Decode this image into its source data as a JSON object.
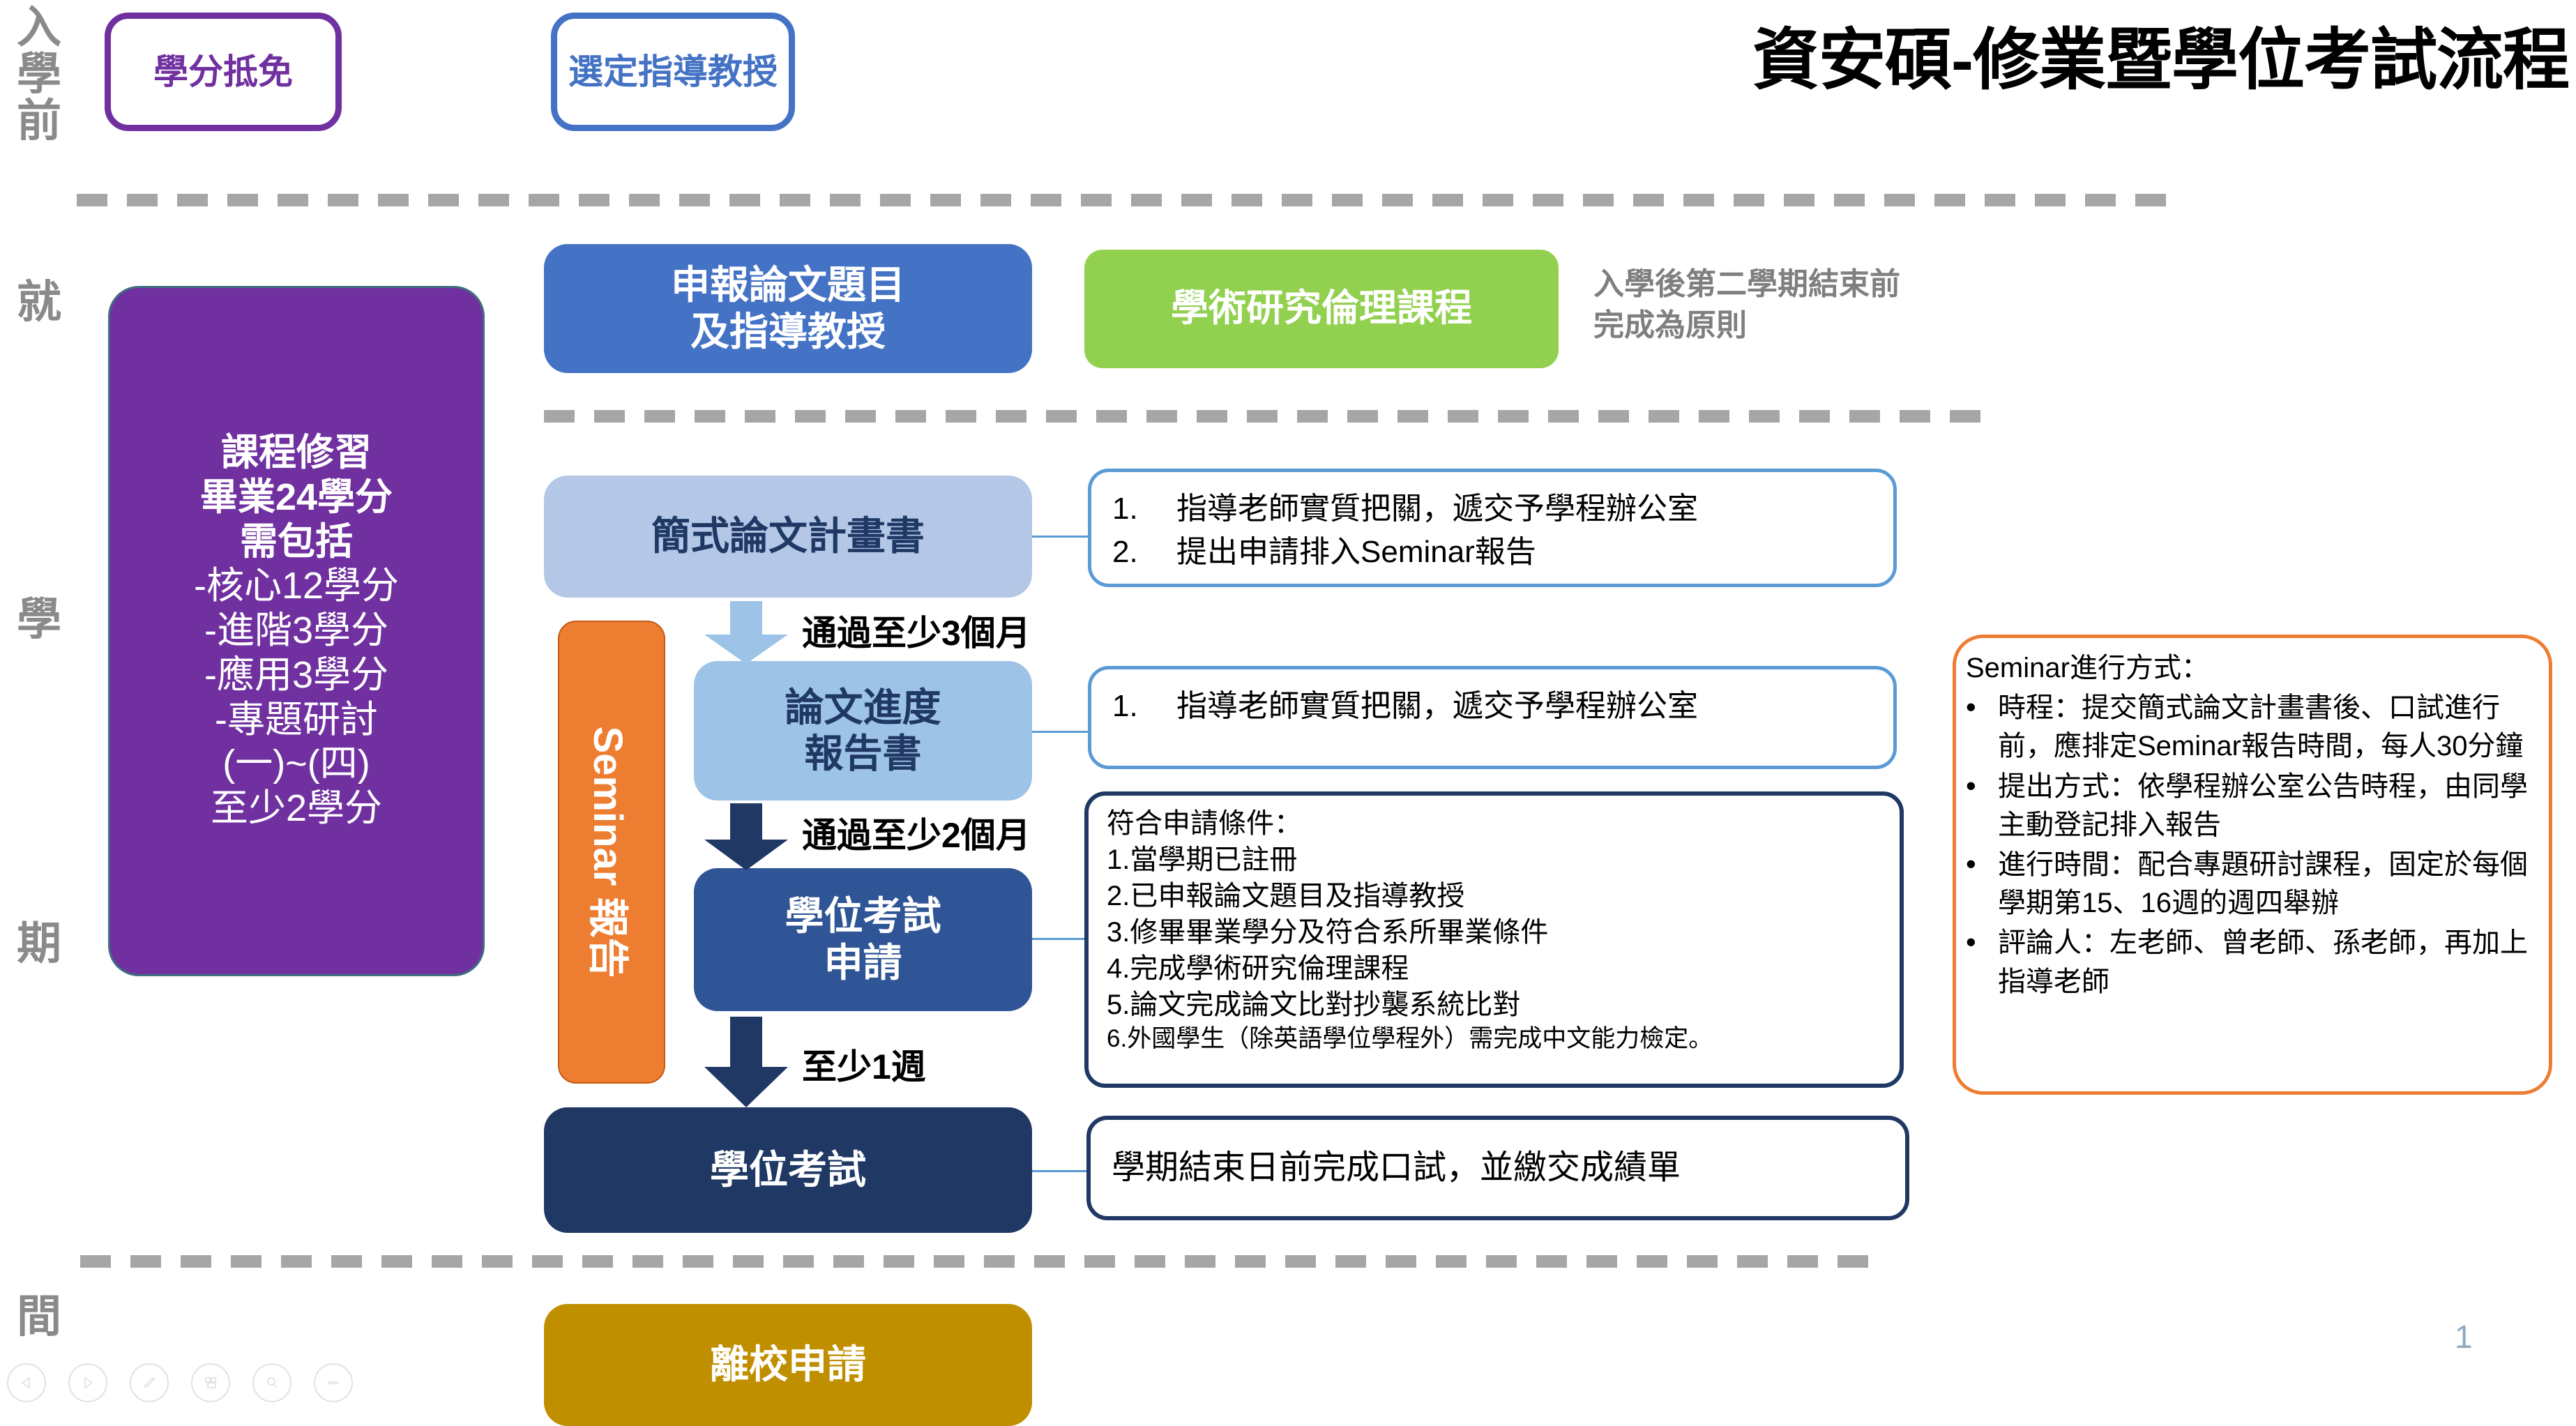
{
  "title": "資安碩-修業暨學位考試流程",
  "page_number": "1",
  "era_labels": {
    "pre": [
      "入",
      "學",
      "前"
    ],
    "during": [
      "就",
      "學",
      "期",
      "間"
    ]
  },
  "pre_admission": {
    "credit_transfer": "學分抵免",
    "select_advisor": "選定指導教授"
  },
  "courses_box": {
    "line1": "課程修習",
    "line2": "畢業24學分",
    "line3": "需包括",
    "line4": "-核心12學分",
    "line5": "-進階3學分",
    "line6": "-應用3學分",
    "line7": "-專題研討",
    "line8": "(一)~(四)",
    "line9": "至少2學分"
  },
  "flow": {
    "topic_l1": "申報論文題目",
    "topic_l2": "及指導教授",
    "ethics": "學術研究倫理課程",
    "ethics_note_l1": "入學後第二學期結束前",
    "ethics_note_l2": "完成為原則",
    "proposal": "簡式論文計畫書",
    "progress_l1": "論文進度",
    "progress_l2": "報告書",
    "exam_apply_l1": "學位考試",
    "exam_apply_l2": "申請",
    "exam": "學位考試",
    "leave": "離校申請",
    "seminar_side": "Seminar 報告"
  },
  "arrow_labels": {
    "after_proposal": "通過至少3個月",
    "after_progress": "通過至少2個月",
    "after_apply": "至少1週"
  },
  "callouts": {
    "proposal": {
      "items": [
        {
          "n": "1.",
          "t": "指導老師實質把關，遞交予學程辦公室"
        },
        {
          "n": "2.",
          "t": "提出申請排入Seminar報告"
        }
      ]
    },
    "progress": {
      "items": [
        {
          "n": "1.",
          "t": "指導老師實質把關，遞交予學程辦公室"
        }
      ]
    },
    "conditions": {
      "header": "符合申請條件：",
      "items": [
        "1.當學期已註冊",
        "2.已申報論文題目及指導教授",
        "3.修畢畢業學分及符合系所畢業條件",
        "4.完成學術研究倫理課程",
        "5.論文完成論文比對抄襲系統比對"
      ],
      "last_item": "6.外國學生（除英語學位學程外）需完成中文能力檢定。"
    },
    "exam": "學期結束日前完成口試，並繳交成績單",
    "seminar": {
      "header": "Seminar進行方式：",
      "bullets": [
        "時程：提交簡式論文計畫書後、口試進行前，應排定Seminar報告時間，每人30分鐘",
        "提出方式：依學程辦公室公告時程，由同學主動登記排入報告",
        "進行時間：配合專題研討課程，固定於每個學期第15、16週的週四舉辦",
        "評論人：左老師、曾老師、孫老師，再加上指導老師"
      ],
      "bullet_glyph": "•"
    }
  },
  "controls": [
    {
      "name": "previous-slide",
      "icon": "triangle-left-icon"
    },
    {
      "name": "next-slide",
      "icon": "triangle-right-icon"
    },
    {
      "name": "pen-tool",
      "icon": "pen-icon"
    },
    {
      "name": "all-slides",
      "icon": "grid-icon"
    },
    {
      "name": "zoom-slide",
      "icon": "magnifier-icon"
    },
    {
      "name": "more-options",
      "icon": "ellipsis-icon"
    }
  ],
  "colors": {
    "purple": "#7030a0",
    "blue": "#4472c4",
    "green": "#92d050",
    "light_blue": "#b4c7e7",
    "mid_blue": "#9dc3e6",
    "dark_blue": "#2f5597",
    "navy": "#1f3864",
    "orange": "#ed7d31",
    "gold": "#bf8f00",
    "gray": "#a6a6a6"
  }
}
